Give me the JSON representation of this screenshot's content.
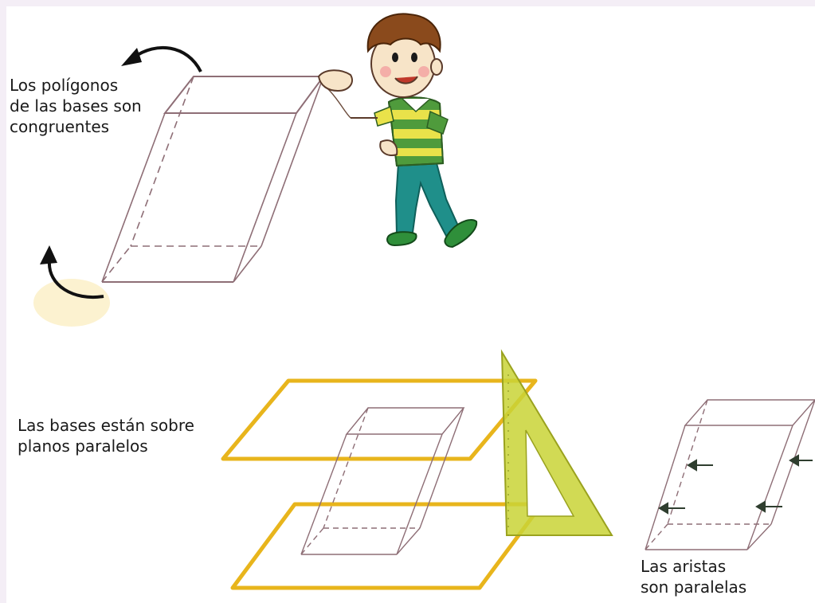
{
  "labels": {
    "bases_congruentes": [
      "Los polígonos",
      "de las bases son",
      "congruentes"
    ],
    "planos_paralelos": [
      "Las bases están sobre",
      "planos paralelos"
    ],
    "aristas_paralelas": [
      "Las aristas",
      "son paralelas"
    ]
  },
  "colors": {
    "background": "#f4eef6",
    "panel": "#ffffff",
    "prism_edge": "#8e6e76",
    "plane_yellow": "#e8b51c",
    "set_square": "#c9d436",
    "arrow": "#111111",
    "shirt_green": "#4f9b3c",
    "shirt_yellow": "#e9e24a",
    "pants_teal": "#1f8f8a",
    "hair_brown": "#8a4a1c",
    "skin": "#f7e4c8"
  }
}
